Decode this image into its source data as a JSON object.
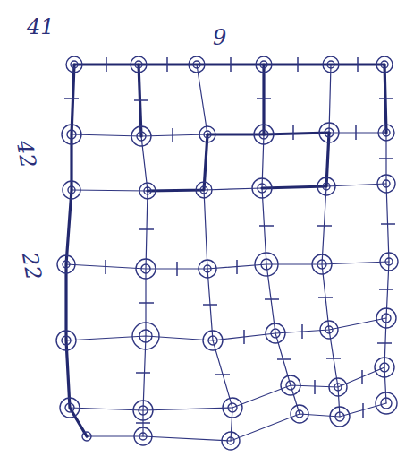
{
  "diagram": {
    "labels": [
      "41",
      "9",
      "42",
      "22"
    ]
  }
}
